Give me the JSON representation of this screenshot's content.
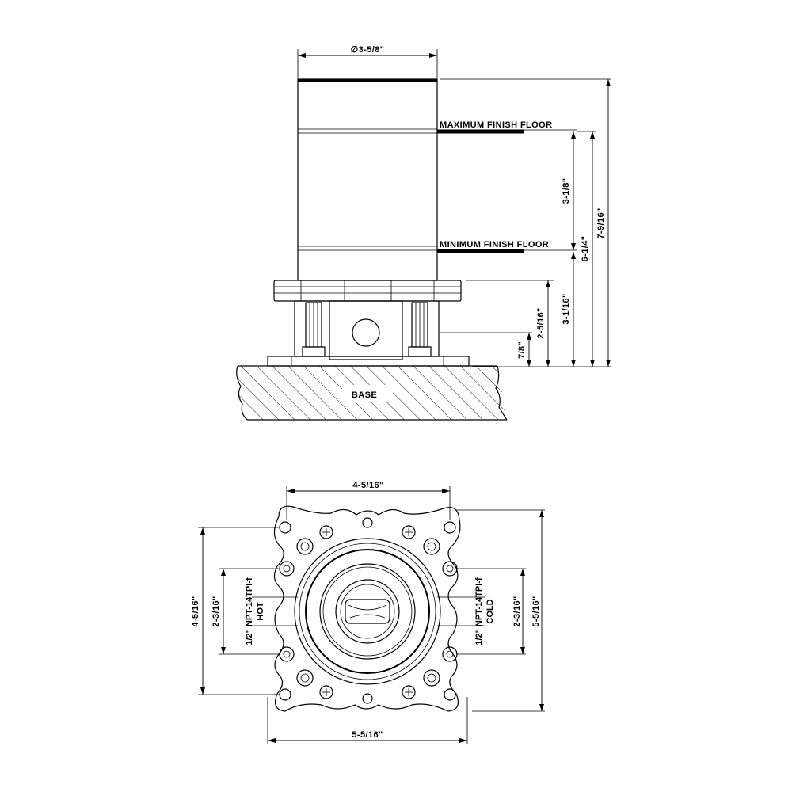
{
  "side_view": {
    "diameter_label": "∅3-5/8\"",
    "max_floor_label": "MAXIMUM  FINISH  FLOOR",
    "min_floor_label": "MINIMUM  FINISH  FLOOR",
    "base_label": "BASE",
    "dim_max_floor_span": "3-1/8\"",
    "dim_min_floor_height": "3-1/16\"",
    "dim_max_floor_height": "6-1/4\"",
    "dim_overall_height": "7-9/16\"",
    "dim_flange_height": "2-5/16\"",
    "dim_outlet_height": "7/8\""
  },
  "top_view": {
    "dim_top_width": "4-5/16\"",
    "dim_bottom_width": "5-5/16\"",
    "dim_left_height": "4-5/16\"",
    "dim_right_height": "5-5/16\"",
    "dim_left_inner": "2-3/16\"",
    "dim_right_inner": "2-3/16\"",
    "hot_thread": "1/2\" NPT-14TPI-f",
    "hot_label": "HOT",
    "cold_thread": "1/2\" NPT-14TPI-f",
    "cold_label": "COLD"
  }
}
